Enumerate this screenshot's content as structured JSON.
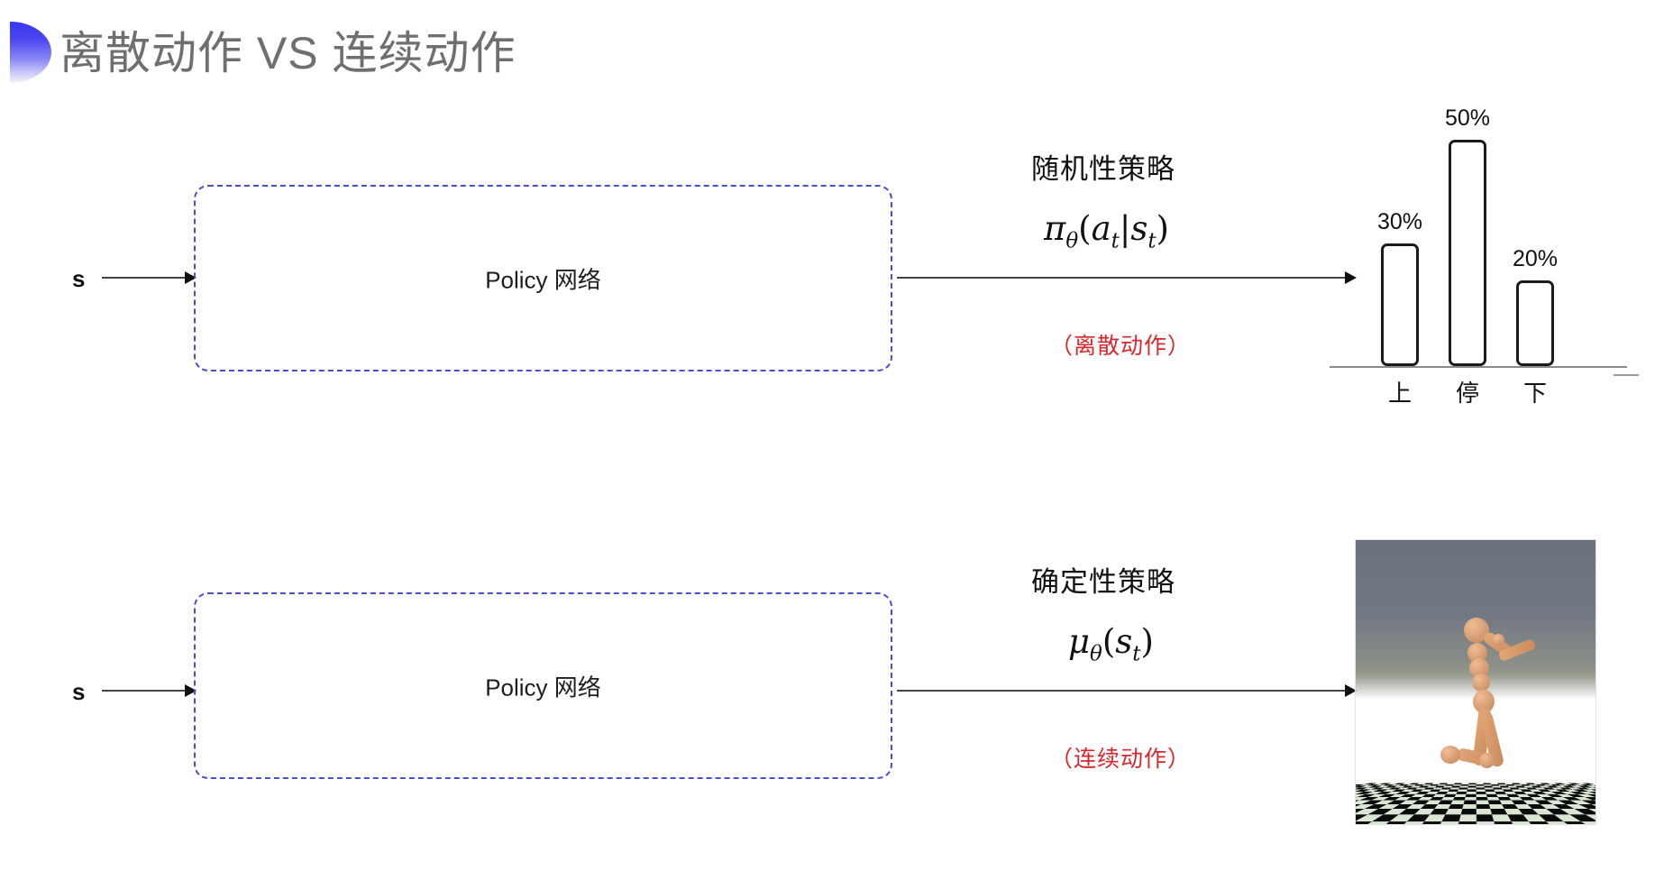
{
  "slide": {
    "title": "离散动作 VS 连续动作",
    "bullet_color": "#3a37ef",
    "background": "#ffffff"
  },
  "rows": [
    {
      "id": "discrete",
      "input_label": "s",
      "box_label": "Policy 网络",
      "policy_kind": "随机性策略",
      "formula_plain": "π_θ(a_t|s_t)",
      "formula": {
        "fn": "π",
        "sub": "θ",
        "open": "(",
        "arg1": "a",
        "arg1sub": "t",
        "bar": "|",
        "arg2": "s",
        "arg2sub": "t",
        "close": ")"
      },
      "action_note": "（离散动作）",
      "action_note_color": "#d9262a",
      "output_type": "bar-chart"
    },
    {
      "id": "continuous",
      "input_label": "s",
      "box_label": "Policy 网络",
      "policy_kind": "确定性策略",
      "formula_plain": "μ_θ(s_t)",
      "formula": {
        "fn": "μ",
        "sub": "θ",
        "open": "(",
        "arg1": "s",
        "arg1sub": "t",
        "close": ")"
      },
      "action_note": "（连续动作）",
      "action_note_color": "#d9262a",
      "output_type": "humanoid-render"
    }
  ],
  "chart_data": {
    "type": "bar",
    "title": "",
    "xlabel": "",
    "ylabel": "",
    "categories": [
      "上",
      "停",
      "下"
    ],
    "values": [
      30,
      50,
      20
    ],
    "value_labels": [
      "30%",
      "50%",
      "20%"
    ],
    "ylim": [
      0,
      50
    ],
    "grid": false,
    "legend": null,
    "bar_style": "outlined-rounded",
    "bar_outline_color": "#1b1b1b",
    "bar_fill_color": "#ffffff",
    "axis_color": "#8a8a8a"
  },
  "humanoid": {
    "caption": "",
    "scene": "MuJoCo humanoid on checkerboard floor",
    "sky_color": "#6c727d",
    "floor_colors": [
      "#0a0a0a",
      "#dce8d6"
    ],
    "body_color": "#d79a6b"
  }
}
